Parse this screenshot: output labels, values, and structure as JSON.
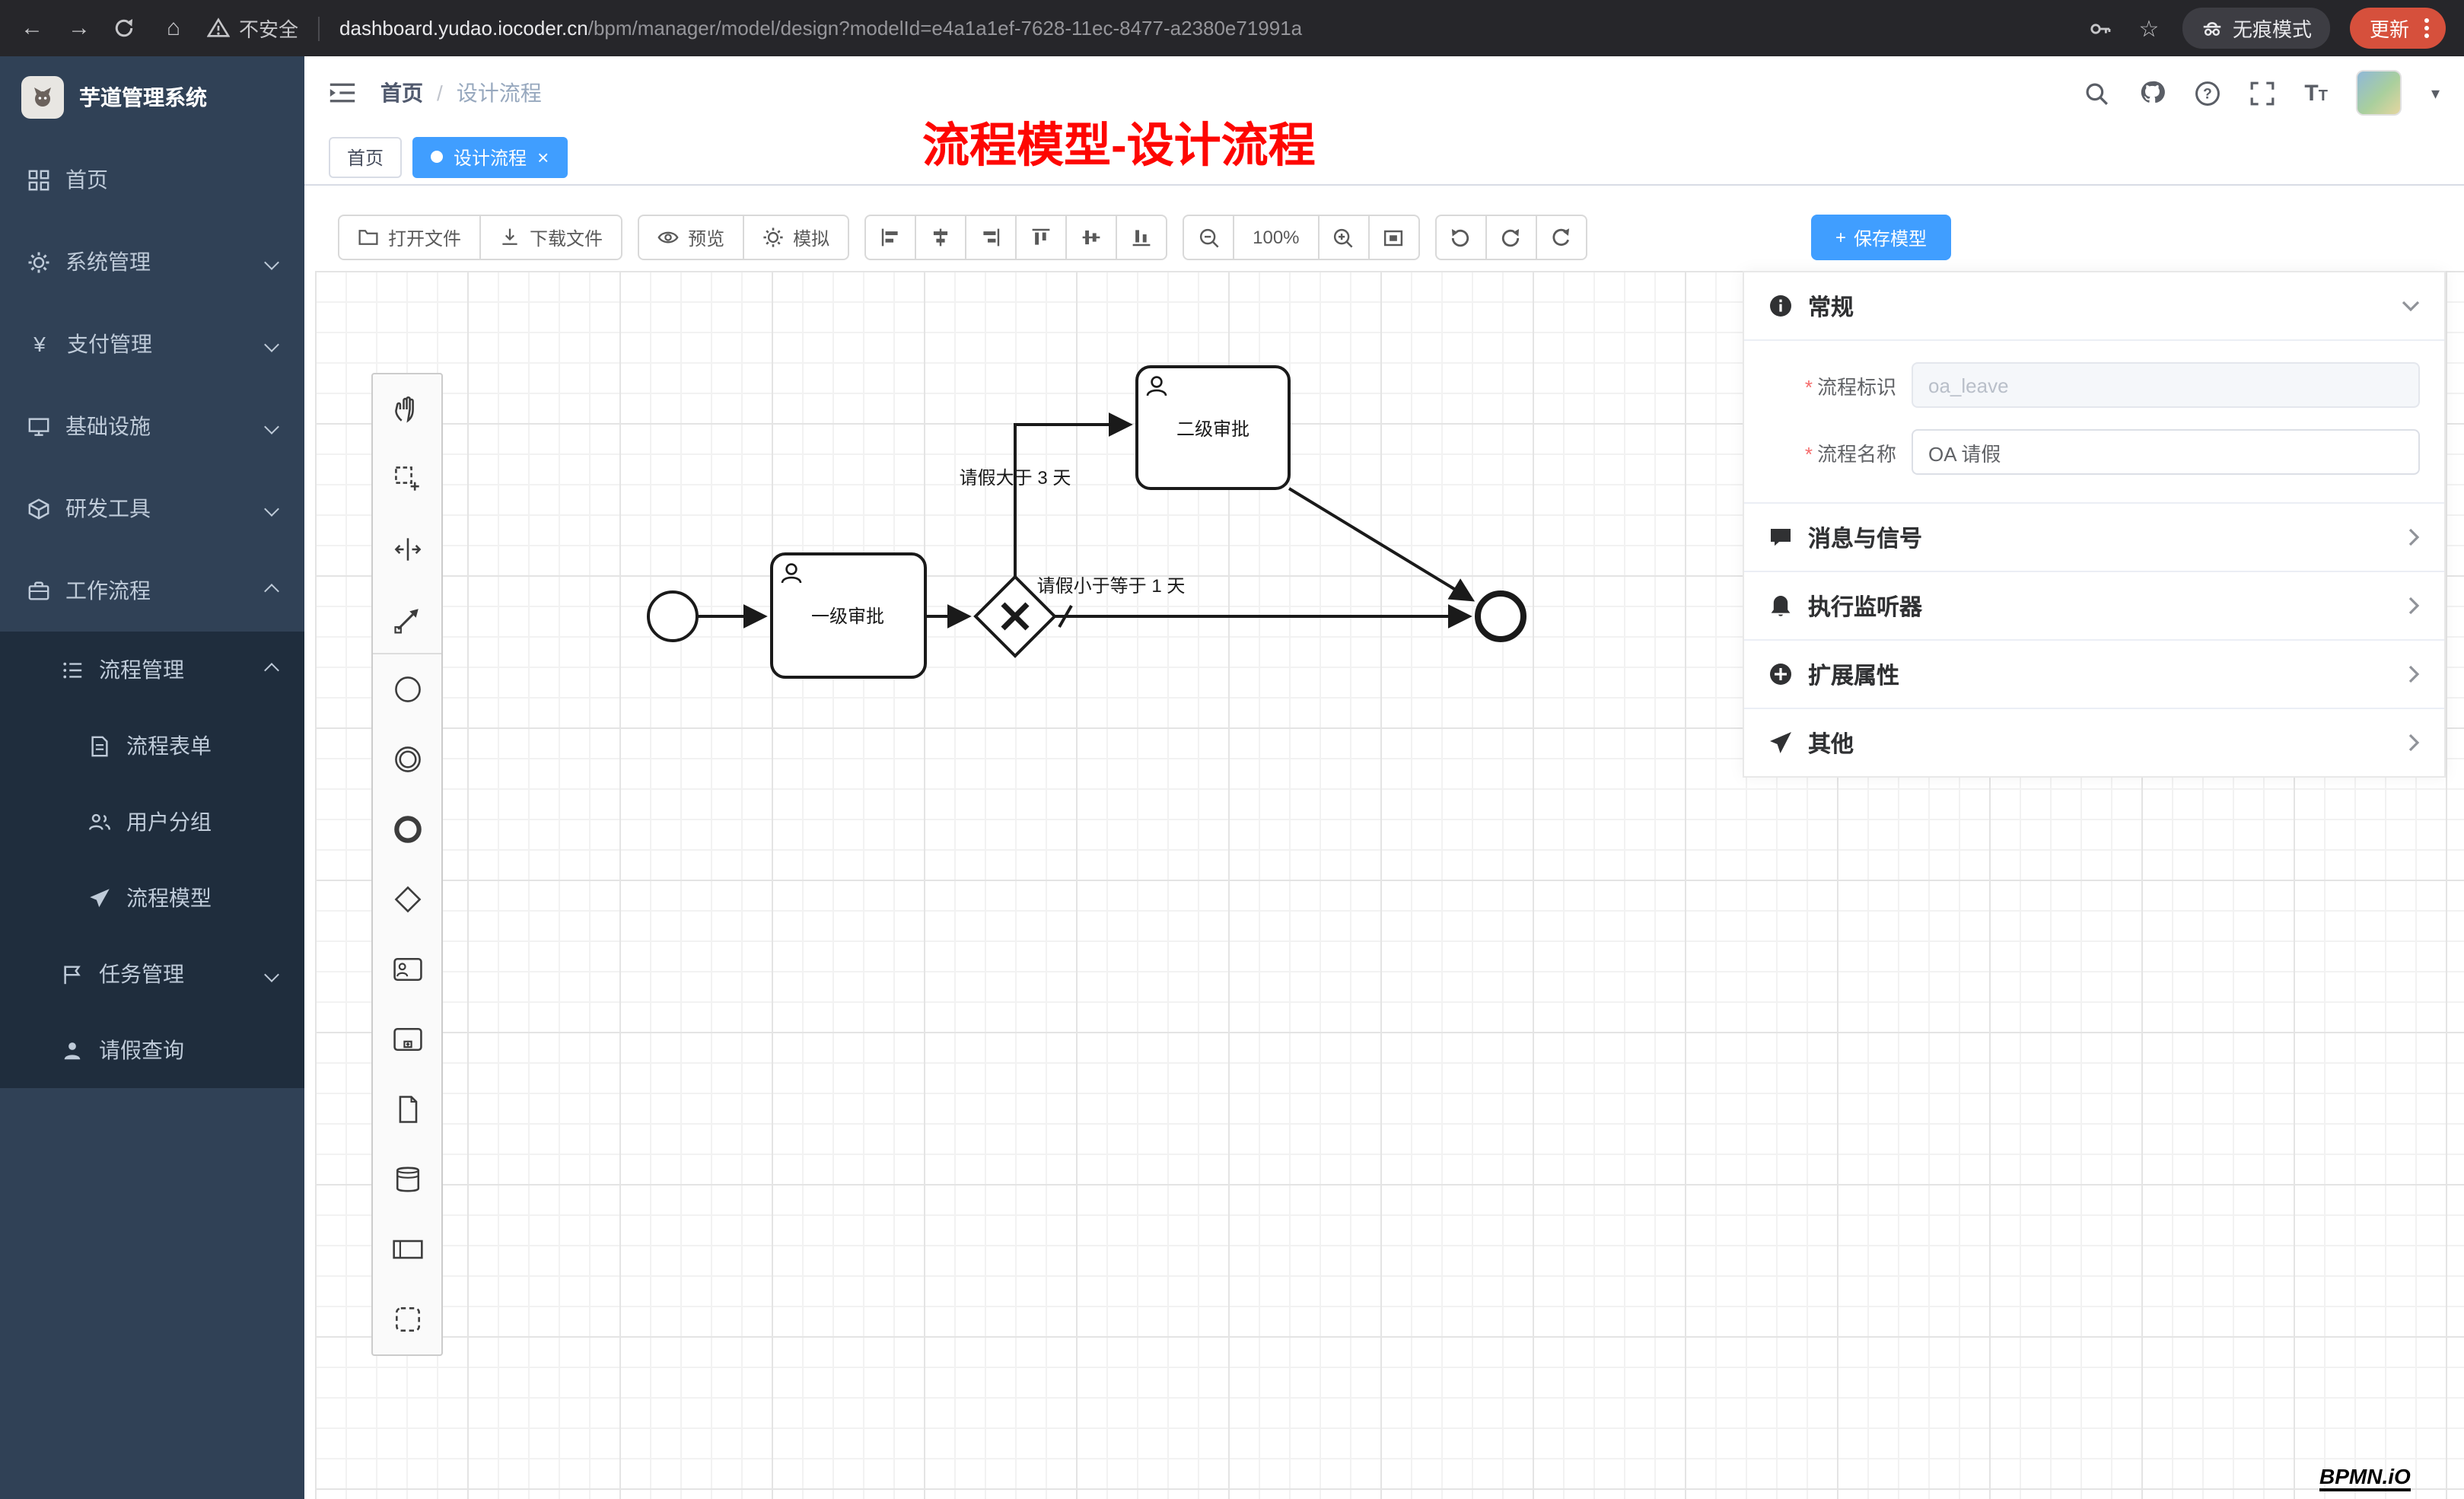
{
  "browser": {
    "security_label": "不安全",
    "url_host": "dashboard.yudao.iocoder.cn",
    "url_path": "/bpm/manager/model/design?modelId=e4a1a1ef-7628-11ec-8477-a2380e71991a",
    "incognito_label": "无痕模式",
    "update_label": "更新"
  },
  "icons": {
    "back": "←",
    "forward": "→",
    "home": "⌂",
    "star": "☆",
    "close": "×",
    "caret": "▾",
    "plus": "+",
    "question": "?",
    "font_t": "T",
    "yen": "¥",
    "breadcrumb_separator": "/"
  },
  "sidebar": {
    "app_title": "芋道管理系统",
    "items": [
      {
        "label": "首页"
      },
      {
        "label": "系统管理"
      },
      {
        "label": "支付管理"
      },
      {
        "label": "基础设施"
      },
      {
        "label": "研发工具"
      },
      {
        "label": "工作流程"
      }
    ],
    "submenu": {
      "process_management": "流程管理",
      "children": [
        {
          "label": "流程表单"
        },
        {
          "label": "用户分组"
        },
        {
          "label": "流程模型"
        }
      ],
      "task_management": "任务管理",
      "leave_query": "请假查询"
    }
  },
  "header": {
    "breadcrumb": [
      "首页",
      "设计流程"
    ]
  },
  "tabs": [
    {
      "label": "首页",
      "active": false
    },
    {
      "label": "设计流程",
      "active": true,
      "closable": true
    }
  ],
  "annotation": {
    "text": "流程模型-设计流程",
    "color": "#fe0602"
  },
  "toolbar": {
    "open": "打开文件",
    "download": "下载文件",
    "preview": "预览",
    "simulate": "模拟",
    "zoom_level": "100%",
    "save": "保存模型"
  },
  "diagram": {
    "nodes": [
      {
        "id": "start",
        "type": "startEvent",
        "label": ""
      },
      {
        "id": "task1",
        "type": "userTask",
        "label": "一级审批"
      },
      {
        "id": "gateway1",
        "type": "exclusiveGateway",
        "label": ""
      },
      {
        "id": "task2",
        "type": "userTask",
        "label": "二级审批"
      },
      {
        "id": "end",
        "type": "endEvent",
        "label": ""
      }
    ],
    "flows": [
      {
        "from": "start",
        "to": "task1",
        "label": ""
      },
      {
        "from": "task1",
        "to": "gateway1",
        "label": ""
      },
      {
        "from": "gateway1",
        "to": "task2",
        "label": "请假大于 3 天"
      },
      {
        "from": "gateway1",
        "to": "end",
        "label": "请假小于等于 1 天",
        "default": true
      },
      {
        "from": "task2",
        "to": "end",
        "label": ""
      }
    ]
  },
  "panel": {
    "general_title": "常规",
    "fields": [
      {
        "label": "流程标识",
        "value": "oa_leave",
        "required": true,
        "disabled": true
      },
      {
        "label": "流程名称",
        "value": "OA 请假",
        "required": true,
        "disabled": false
      }
    ],
    "sections": [
      {
        "label": "消息与信号"
      },
      {
        "label": "执行监听器"
      },
      {
        "label": "扩展属性"
      },
      {
        "label": "其他"
      }
    ]
  },
  "watermark": {
    "text": "BPMN.iO"
  },
  "colors": {
    "accent": "#409eff",
    "sidebar_bg": "#304156",
    "submenu_bg": "#1f2d3d",
    "update_button": "#d6503c",
    "annotation_red": "#fe0602"
  }
}
